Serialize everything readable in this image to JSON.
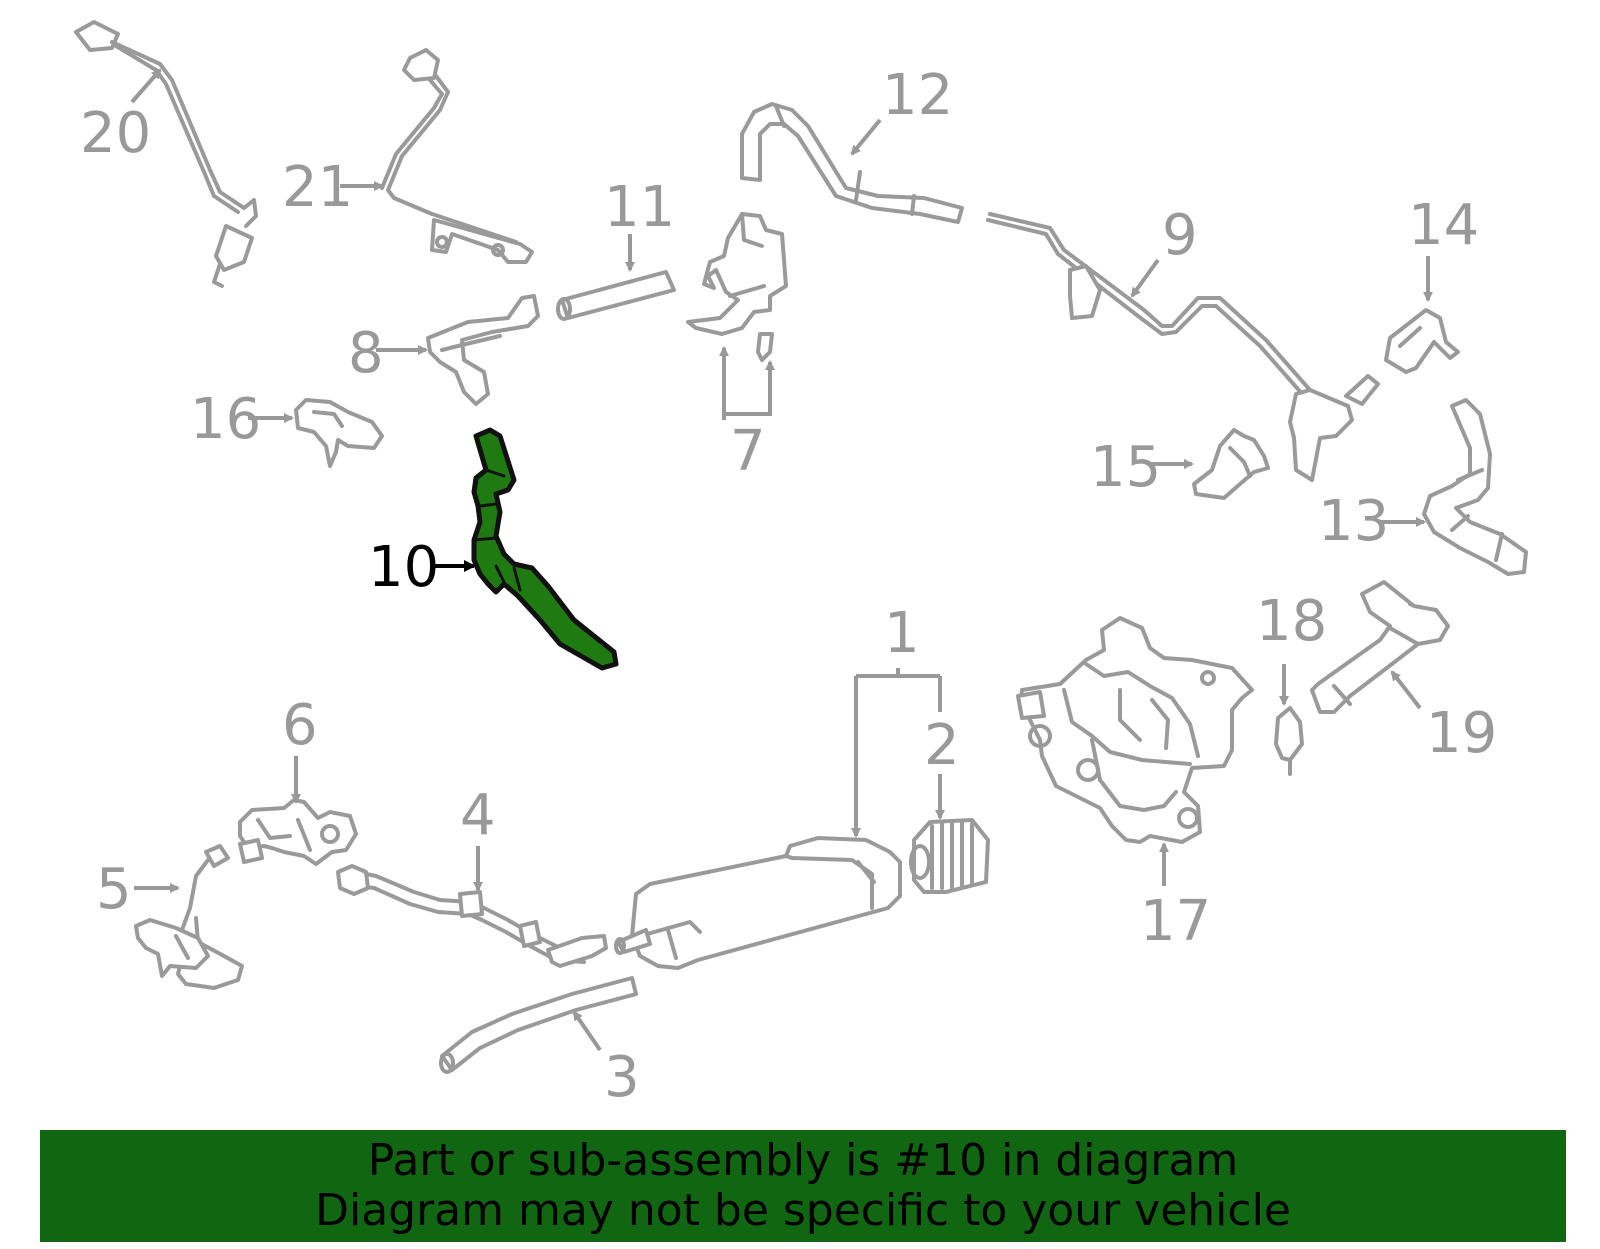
{
  "callouts": {
    "c1": "1",
    "c2": "2",
    "c3": "3",
    "c4": "4",
    "c5": "5",
    "c6": "6",
    "c7": "7",
    "c8": "8",
    "c9": "9",
    "c10": "10",
    "c11": "11",
    "c12": "12",
    "c13": "13",
    "c14": "14",
    "c15": "15",
    "c16": "16",
    "c17": "17",
    "c18": "18",
    "c19": "19",
    "c20": "20",
    "c21": "21"
  },
  "highlighted_part": "10",
  "colors": {
    "highlight_fill": "#1f7a12",
    "banner_bg": "#116611",
    "line_gray": "#9a9a9a"
  },
  "banner": {
    "line1": "Part or sub-assembly is #10 in diagram",
    "line2": "Diagram may not be specific to your vehicle"
  }
}
